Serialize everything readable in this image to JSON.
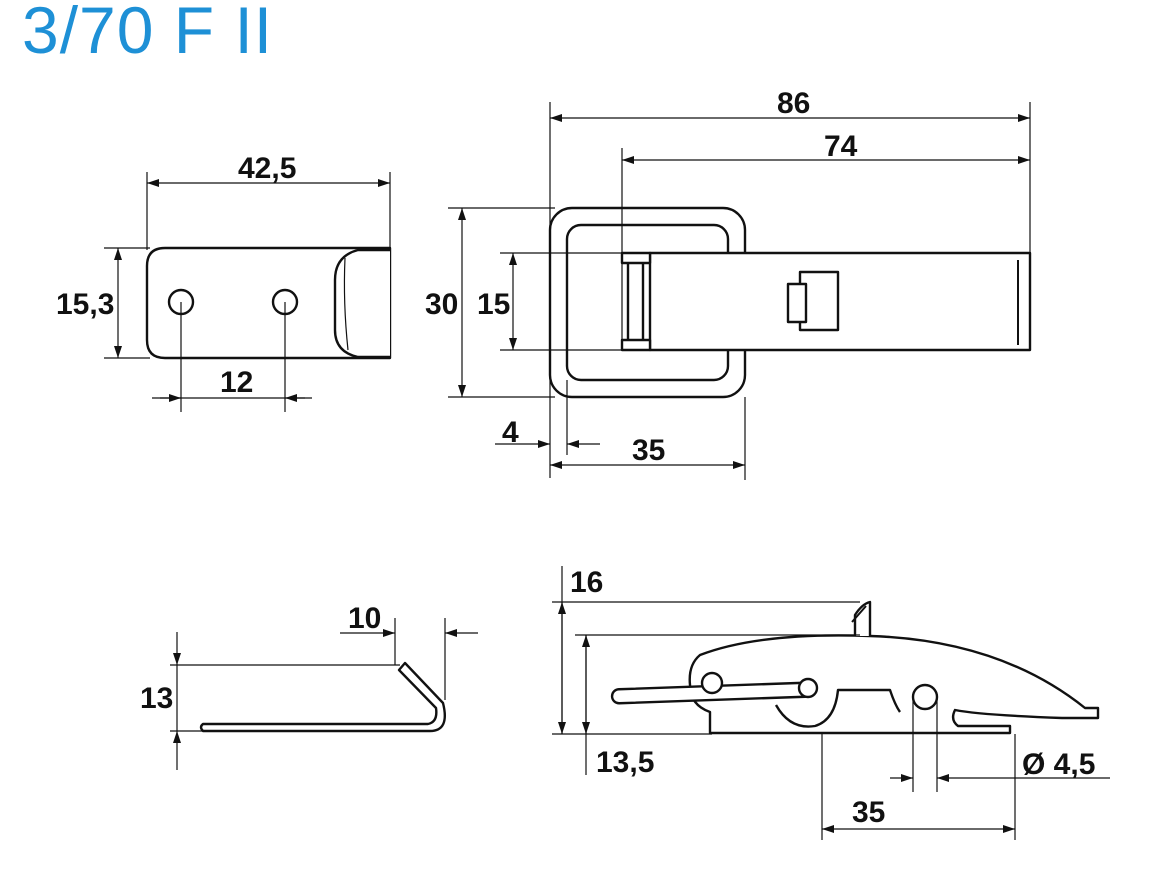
{
  "title": "3/70 F II",
  "colors": {
    "title": "#1e90d6",
    "lines": "#111111"
  },
  "views": {
    "catch_plate_top": {
      "width": "42,5",
      "height": "15,3",
      "hole_spacing": "12"
    },
    "latch_top": {
      "overall_length": "86",
      "lever_length": "74",
      "frame_height": "30",
      "lever_width": "15",
      "wire_thickness": "4",
      "frame_width": "35"
    },
    "catch_plate_side": {
      "height": "13",
      "hook_width": "10"
    },
    "latch_side": {
      "overall_height": "16",
      "lever_height": "13,5",
      "hole_diameter": "Ø 4,5",
      "hole_spacing": "35"
    }
  }
}
